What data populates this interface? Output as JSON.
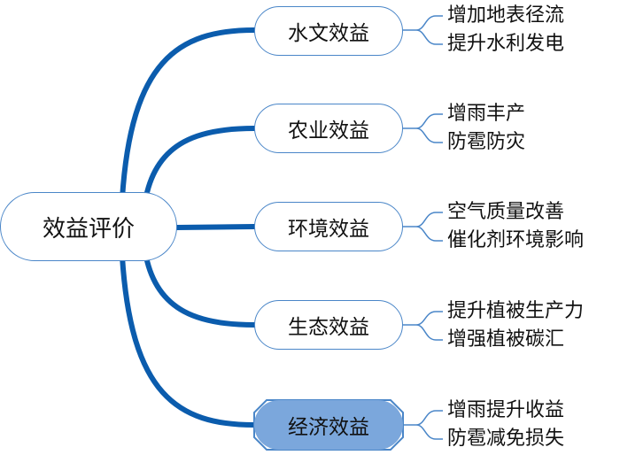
{
  "root": {
    "label": "效益评价"
  },
  "branches": [
    {
      "label": "水文效益",
      "leaves": [
        "增加地表径流",
        "提升水利发电"
      ]
    },
    {
      "label": "农业效益",
      "leaves": [
        "增雨丰产",
        "防雹防灾"
      ]
    },
    {
      "label": "环境效益",
      "leaves": [
        "空气质量改善",
        "催化剂环境影响"
      ]
    },
    {
      "label": "生态效益",
      "leaves": [
        "提升植被生产力",
        "增强植被碳汇"
      ]
    },
    {
      "label": "经济效益",
      "leaves": [
        "增雨提升收益",
        "防雹减免损失"
      ],
      "highlighted": true
    }
  ],
  "colors": {
    "line": "#0b5cad",
    "border": "#4a86c8",
    "highlight": "#7ba7dc"
  }
}
